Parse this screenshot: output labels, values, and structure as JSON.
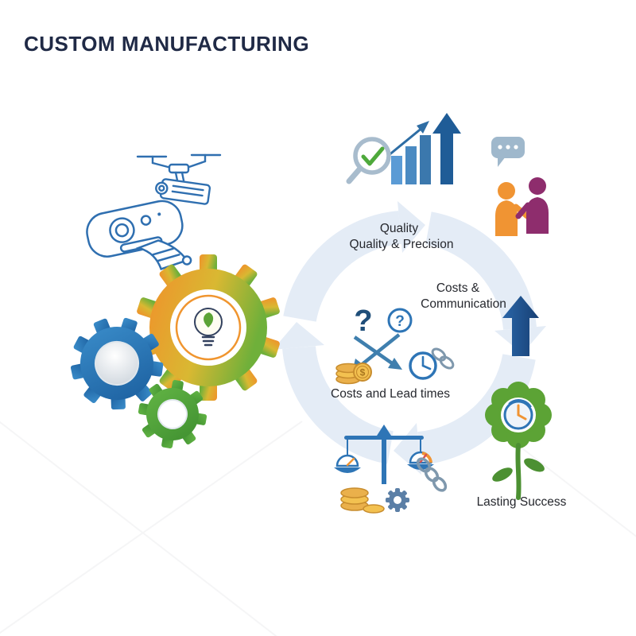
{
  "title": "CUSTOM MANUFACTURING",
  "cycle": {
    "quality": {
      "line1": "Quality",
      "line2": "Quality & Precision"
    },
    "costs_communication": {
      "line1": "Costs &",
      "line2": "Communication"
    },
    "costs_lead_times": {
      "label": "Costs and Lead times"
    },
    "lasting_success": {
      "label": "Lasting Success"
    }
  },
  "symbols": {
    "question_mark": "?",
    "dollar": "$"
  },
  "icons": [
    "drone-scroll-icon",
    "printer-icon",
    "idea-gear-icon",
    "blue-gear-icon",
    "green-gear-icon",
    "cycle-arrows",
    "magnifier-check-icon",
    "growth-chart-icon",
    "speech-bubble-icon",
    "communication-people-icon",
    "question-marks-icon",
    "crossed-arrows-icon",
    "clock-icon",
    "coins-icon",
    "chain-icon",
    "balance-scale-icon",
    "gauge-icon",
    "up-arrow-icon",
    "success-flower-clock-icon"
  ],
  "colors": {
    "title": "#202a46",
    "orange": "#f0952f",
    "green": "#5ca335",
    "blue": "#2e75b6",
    "dark_blue": "#1d4f91",
    "light_cycle_arrow": "#e4ecf6",
    "gold": "#eab04b",
    "purple": "#8e2d6d",
    "line_art_blue": "#2f6fb0"
  }
}
